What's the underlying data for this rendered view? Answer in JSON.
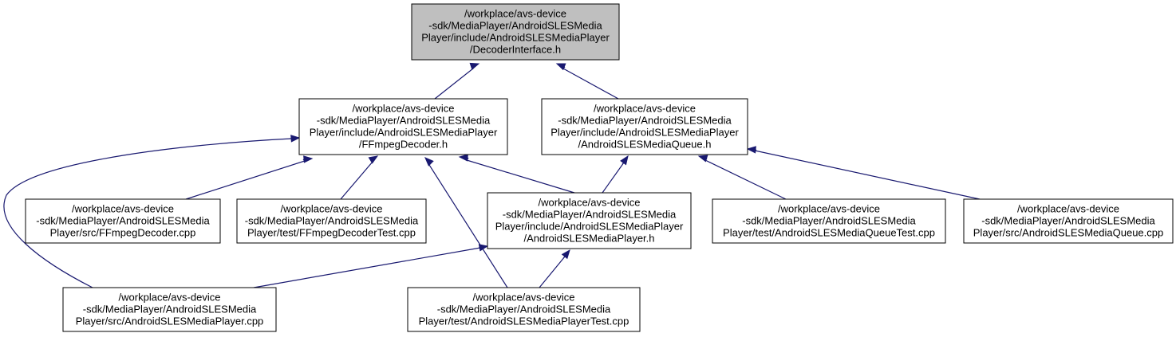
{
  "nodes": [
    {
      "id": "decoder_interface",
      "lines": [
        "/workplace/avs-device",
        "-sdk/MediaPlayer/AndroidSLESMedia",
        "Player/include/AndroidSLESMediaPlayer",
        "/DecoderInterface.h"
      ],
      "root": true
    },
    {
      "id": "ffmpeg_decoder_h",
      "lines": [
        "/workplace/avs-device",
        "-sdk/MediaPlayer/AndroidSLESMedia",
        "Player/include/AndroidSLESMediaPlayer",
        "/FFmpegDecoder.h"
      ]
    },
    {
      "id": "media_queue_h",
      "lines": [
        "/workplace/avs-device",
        "-sdk/MediaPlayer/AndroidSLESMedia",
        "Player/include/AndroidSLESMediaPlayer",
        "/AndroidSLESMediaQueue.h"
      ]
    },
    {
      "id": "ffmpeg_decoder_cpp",
      "lines": [
        "/workplace/avs-device",
        "-sdk/MediaPlayer/AndroidSLESMedia",
        "Player/src/FFmpegDecoder.cpp"
      ]
    },
    {
      "id": "ffmpeg_decoder_test_cpp",
      "lines": [
        "/workplace/avs-device",
        "-sdk/MediaPlayer/AndroidSLESMedia",
        "Player/test/FFmpegDecoderTest.cpp"
      ]
    },
    {
      "id": "media_player_h",
      "lines": [
        "/workplace/avs-device",
        "-sdk/MediaPlayer/AndroidSLESMedia",
        "Player/include/AndroidSLESMediaPlayer",
        "/AndroidSLESMediaPlayer.h"
      ]
    },
    {
      "id": "media_queue_test_cpp",
      "lines": [
        "/workplace/avs-device",
        "-sdk/MediaPlayer/AndroidSLESMedia",
        "Player/test/AndroidSLESMediaQueueTest.cpp"
      ]
    },
    {
      "id": "media_queue_cpp",
      "lines": [
        "/workplace/avs-device",
        "-sdk/MediaPlayer/AndroidSLESMedia",
        "Player/src/AndroidSLESMediaQueue.cpp"
      ]
    },
    {
      "id": "media_player_cpp",
      "lines": [
        "/workplace/avs-device",
        "-sdk/MediaPlayer/AndroidSLESMedia",
        "Player/src/AndroidSLESMediaPlayer.cpp"
      ]
    },
    {
      "id": "media_player_test_cpp",
      "lines": [
        "/workplace/avs-device",
        "-sdk/MediaPlayer/AndroidSLESMedia",
        "Player/test/AndroidSLESMediaPlayerTest.cpp"
      ]
    }
  ],
  "edges": [
    {
      "from": "ffmpeg_decoder_h",
      "to": "decoder_interface"
    },
    {
      "from": "media_queue_h",
      "to": "decoder_interface"
    },
    {
      "from": "ffmpeg_decoder_cpp",
      "to": "ffmpeg_decoder_h"
    },
    {
      "from": "ffmpeg_decoder_test_cpp",
      "to": "ffmpeg_decoder_h"
    },
    {
      "from": "media_player_h",
      "to": "ffmpeg_decoder_h"
    },
    {
      "from": "media_player_test_cpp",
      "to": "ffmpeg_decoder_h"
    },
    {
      "from": "media_player_cpp",
      "to": "ffmpeg_decoder_h"
    },
    {
      "from": "media_player_h",
      "to": "media_queue_h"
    },
    {
      "from": "media_queue_test_cpp",
      "to": "media_queue_h"
    },
    {
      "from": "media_queue_cpp",
      "to": "media_queue_h"
    },
    {
      "from": "media_player_cpp",
      "to": "media_player_h"
    },
    {
      "from": "media_player_test_cpp",
      "to": "media_player_h"
    }
  ],
  "colors": {
    "edge": "#191970",
    "root_fill": "#bfbfbf",
    "node_fill": "#ffffff",
    "node_stroke": "#000000"
  }
}
